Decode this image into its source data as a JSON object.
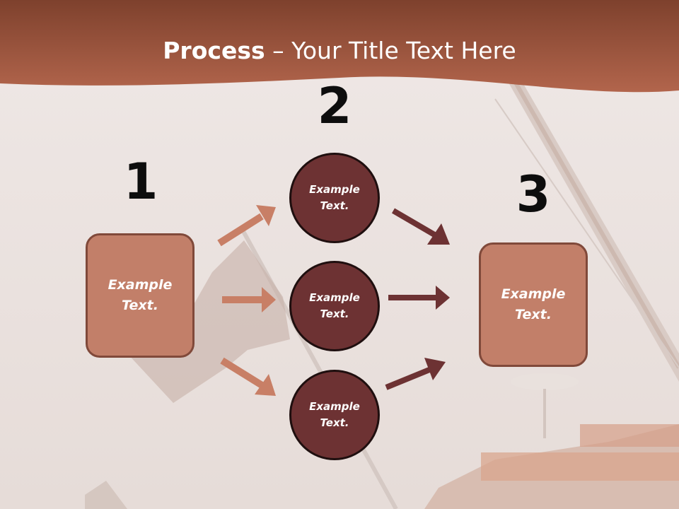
{
  "title": {
    "bold": "Process",
    "rest": " – Your Title Text Here"
  },
  "steps": [
    {
      "number": "1",
      "text": "Example Text."
    },
    {
      "number": "2",
      "text": "Example Text."
    },
    {
      "number": "3",
      "text": "Example Text."
    }
  ],
  "circles": [
    {
      "text": "Example Text."
    },
    {
      "text": "Example Text."
    },
    {
      "text": "Example Text."
    }
  ],
  "colors": {
    "header": "#a35a45",
    "box_fill": "#c27f69",
    "circle_fill": "#6d3233",
    "arrow_light": "#c87f66",
    "arrow_dark": "#6d3233"
  }
}
